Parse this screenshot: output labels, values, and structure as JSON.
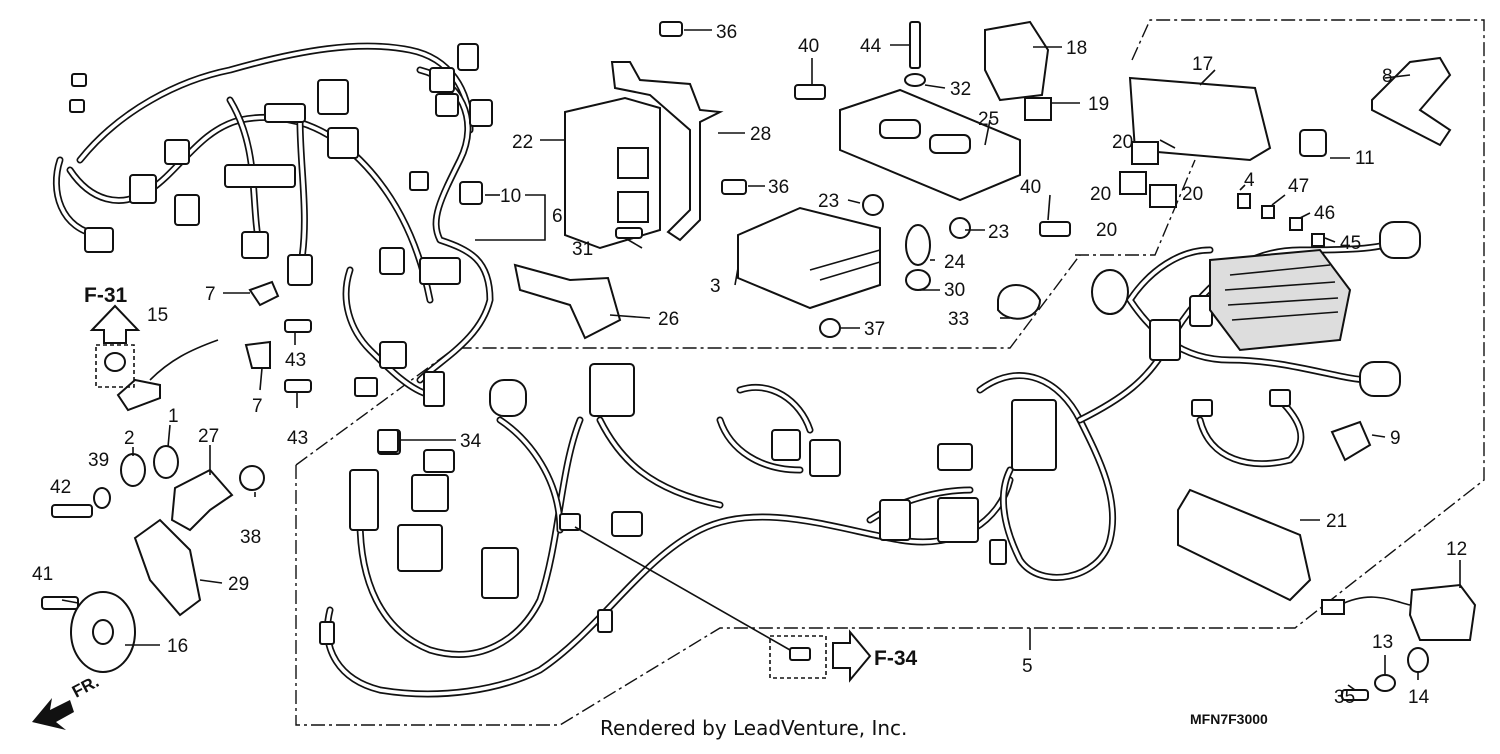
{
  "diagram": {
    "footer": "Rendered by LeadVenture, Inc.",
    "code": "MFN7F3000",
    "direction_label": "FR.",
    "refs": {
      "f31": "F-31",
      "f34": "F-34"
    },
    "callouts": [
      "1",
      "2",
      "3",
      "4",
      "5",
      "6",
      "7",
      "7",
      "8",
      "9",
      "10",
      "11",
      "12",
      "13",
      "14",
      "15",
      "16",
      "17",
      "18",
      "19",
      "20",
      "20",
      "20",
      "20",
      "21",
      "22",
      "23",
      "23",
      "24",
      "25",
      "26",
      "27",
      "28",
      "29",
      "30",
      "31",
      "32",
      "33",
      "34",
      "35",
      "36",
      "36",
      "37",
      "38",
      "39",
      "40",
      "40",
      "41",
      "42",
      "43",
      "43",
      "44",
      "45",
      "46",
      "47"
    ]
  }
}
